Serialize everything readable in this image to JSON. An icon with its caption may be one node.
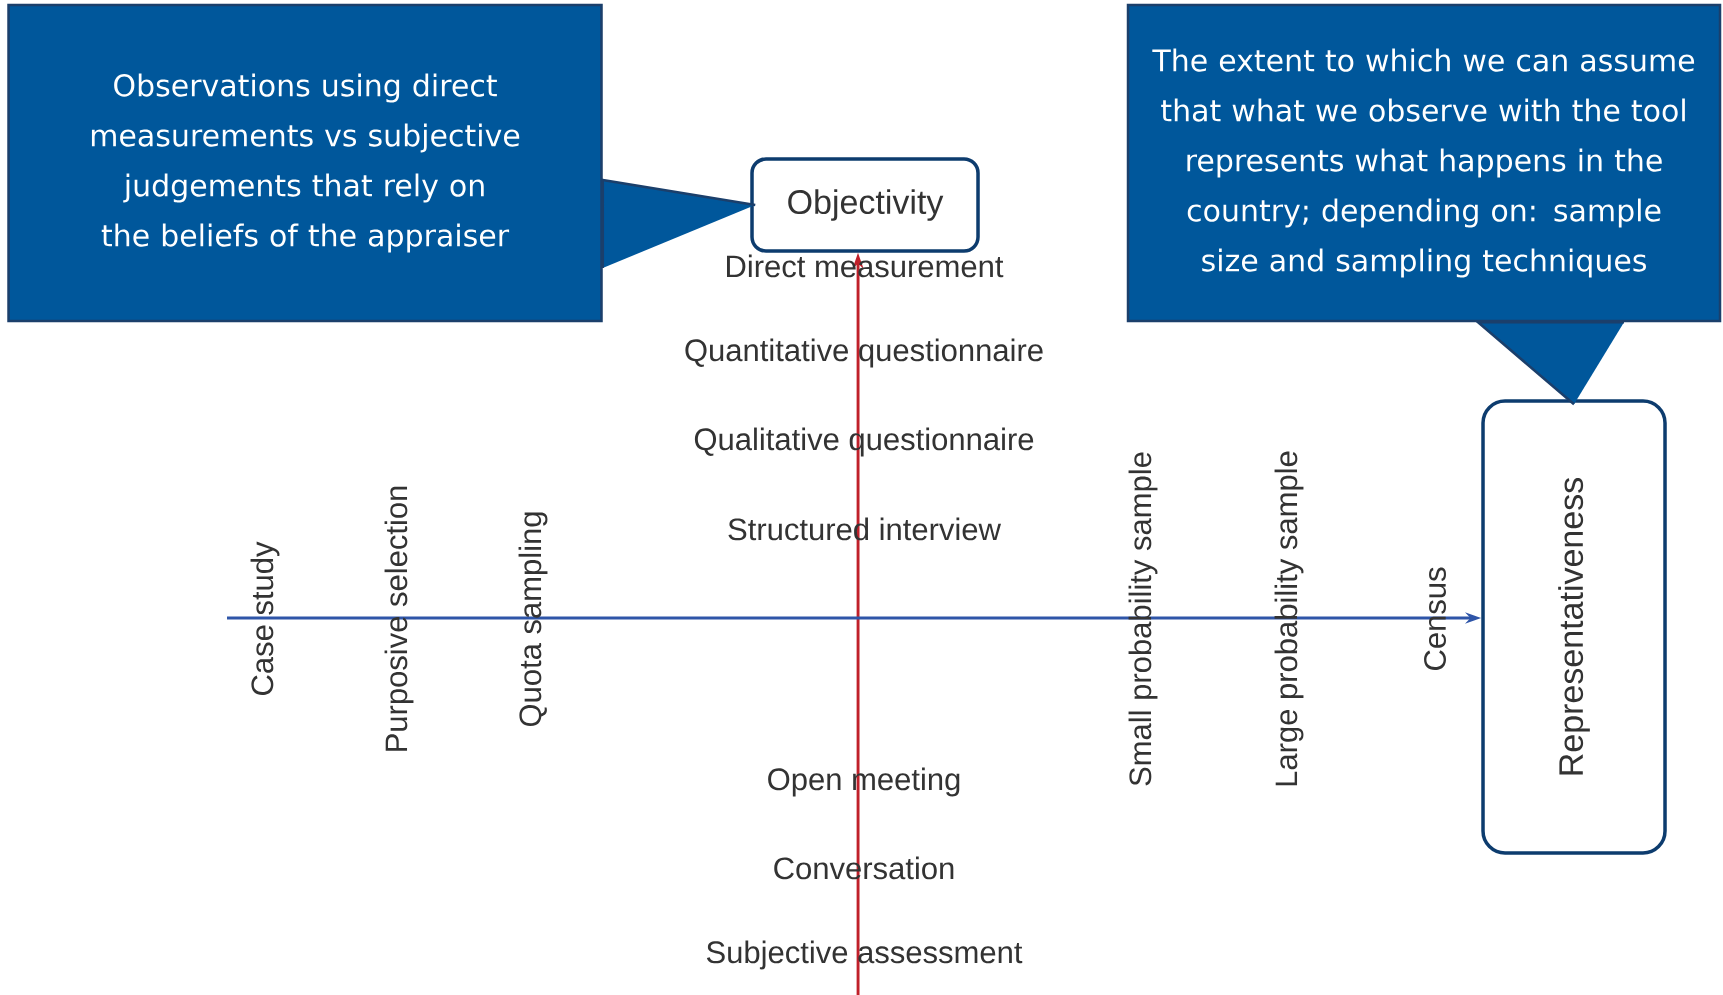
{
  "diagram": {
    "nodes": [
      {
        "text": [
          "Observations using direct measurements vs subjective judgements that rely on the beliefs of the appraiser"
        ]
      },
      {
        "text": [
          "Objectivity"
        ]
      },
      {
        "text": [
          "The extent to which we can assume that what we observe with the tool represents what happens in the country; depending on: sample size and sampling techniques"
        ]
      },
      {
        "text": [
          "Representativeness"
        ]
      }
    ],
    "edges": [
      {
        "from": 0,
        "to": 1,
        "arrow": "none"
      },
      {
        "from": 2,
        "to": 3,
        "arrow": "none"
      },
      {
        "from": null,
        "to": 1,
        "arrow": "to",
        "color": "#c0202a"
      },
      {
        "from": null,
        "to": 3,
        "arrow": "to",
        "color": "#2e55a8"
      }
    ],
    "labels": [
      "Direct measurement",
      "Quantitative questionnaire",
      "Qualitative questionnaire",
      "Structured interview",
      "Case study",
      "Purposive selection",
      "Quota sampling",
      "Small probability sample",
      "Large probability sample",
      "Census",
      "Open meeting",
      "Conversation",
      "Subjective assessment"
    ]
  }
}
